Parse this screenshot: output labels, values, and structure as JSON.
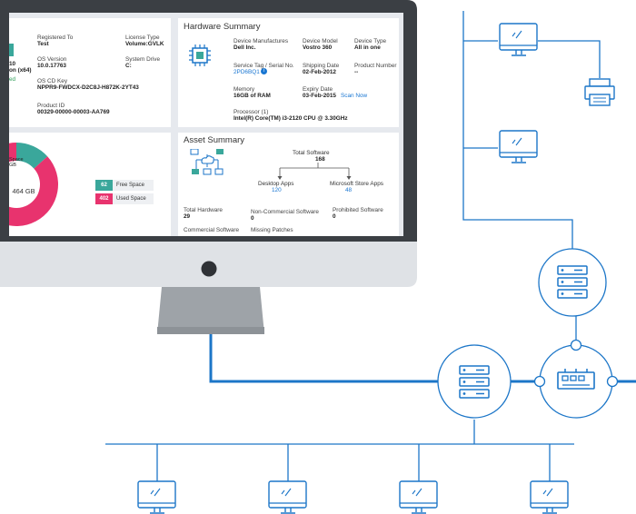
{
  "system": {
    "registered_label": "Registered To",
    "registered_value": "Test",
    "license_label": "License Type",
    "license_value": "Volume:GVLK",
    "os_version_label": "OS Version",
    "os_version_value": "10.0.17763",
    "drive_label": "System Drive",
    "drive_value": "C:",
    "os_cd_key_label": "OS CD Key",
    "os_cd_key_value": "NPPR9-FWDCX-D2C8J-H872K-2YT43",
    "product_id_label": "Product ID",
    "product_id_value": "00329-00000-00003-AA769",
    "cut_text_1": "10",
    "cut_text_2": "on (x64)",
    "cut_text_3": "ed"
  },
  "hardware": {
    "title": "Hardware Summary",
    "manufacturer_label": "Device Manufactures",
    "manufacturer_value": "Dell Inc.",
    "model_label": "Device Model",
    "model_value": "Vostro 360",
    "type_label": "Device Type",
    "type_value": "All in one",
    "serial_label": "Service Tag / Serial No.",
    "serial_value": "2PD6BQ1",
    "shipping_label": "Shipping Date",
    "shipping_value": "02-Feb-2012",
    "product_number_label": "Product Number",
    "product_number_value": "--",
    "memory_label": "Memory",
    "memory_value": "16GB of RAM",
    "expiry_label": "Expiry Date",
    "expiry_value": "03-Feb-2015",
    "scan_now": "Scan Now",
    "processor_label": "Processor (1)",
    "processor_value": "Intel(R) Core(TM) i3-2120 CPU @ 3.30GHz"
  },
  "disk": {
    "total": "464 GB",
    "free_value": "62",
    "free_label": "Free Space",
    "used_value": "402",
    "used_label": "Used Space",
    "cut_label_1": "Space",
    "cut_label_2": "GB",
    "colors": {
      "free": "#3aa79b",
      "used": "#e8336e"
    }
  },
  "chart_data": {
    "type": "pie",
    "categories": [
      "Free Space",
      "Used Space"
    ],
    "values": [
      62,
      402
    ]
  },
  "assets": {
    "title": "Asset Summary",
    "total_software_label": "Total Software",
    "total_software_value": "168",
    "desktop_apps_label": "Desktop Apps",
    "desktop_apps_value": "120",
    "store_apps_label": "Microsoft Store Apps",
    "store_apps_value": "48",
    "total_hardware_label": "Total Hardware",
    "total_hardware_value": "29",
    "non_commercial_label": "Non-Commercial Software",
    "non_commercial_value": "0",
    "prohibited_label": "Prohibited Software",
    "prohibited_value": "0",
    "commercial_label": "Commercial Software",
    "missing_patches_label": "Missing Patches"
  },
  "colors": {
    "line": "#1c76c8",
    "bezel": "#3b3f44",
    "screen_bg": "#e6e9ee",
    "link": "#1976d2"
  }
}
